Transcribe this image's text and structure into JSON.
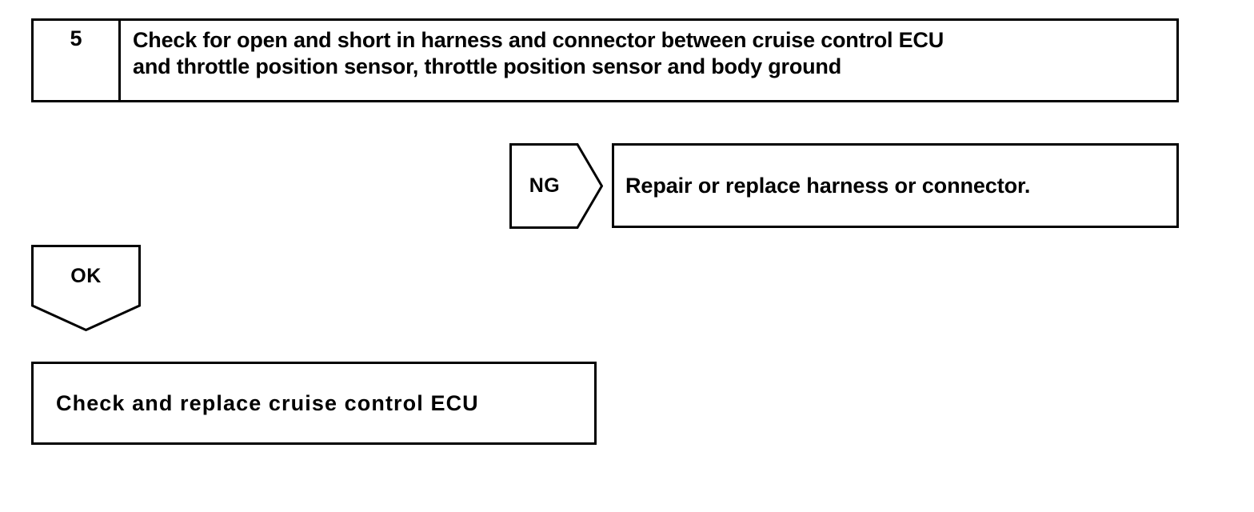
{
  "page": {
    "title": "Cruise control ECU troubleshooting flowchart",
    "background_color": "#ffffff",
    "line_color": "#000000"
  },
  "step": {
    "number": "5",
    "instruction": "Check for open and short in harness and connector between cruise control ECU\nand throttle position sensor, throttle position sensor and body ground"
  },
  "branches": {
    "ng": {
      "label": "NG",
      "result": "Repair or replace harness or connector."
    },
    "ok": {
      "label": "OK",
      "result": "Check and replace cruise control ECU"
    }
  }
}
